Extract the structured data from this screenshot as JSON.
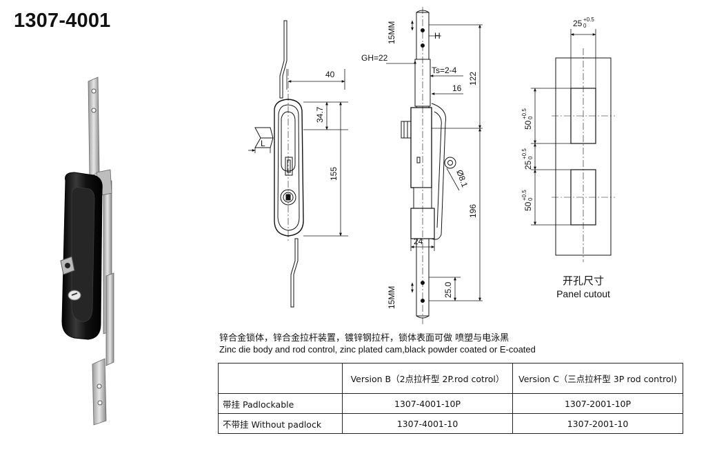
{
  "title": "1307-4001",
  "dimensions": {
    "d40": "40",
    "d34_7": "34.7",
    "d155": "155",
    "dL": "L",
    "d15mm_top": "15MM",
    "dH": "H",
    "dGH": "GH=22",
    "dTs": "Ts=2-4",
    "d16": "16",
    "d122": "122",
    "dPhi": "Ø8.1",
    "d196": "196",
    "d24": "24",
    "d25_0": "25.0",
    "d15mm_bottom": "15MM",
    "cut_w_base": "25",
    "cut_w_tol_top": "+0.5",
    "cut_w_tol_bot": "0",
    "cut_h1_base": "50",
    "cut_h1_tol_top": "+0.5",
    "cut_h1_tol_bot": "0",
    "cut_gap_base": "25",
    "cut_gap_tol_top": "+0.5",
    "cut_gap_tol_bot": "0",
    "cut_h2_base": "50",
    "cut_h2_tol_top": "+0.5",
    "cut_h2_tol_bot": "0"
  },
  "cutout_label_cn": "开孔尺寸",
  "cutout_label_en": "Panel cutout",
  "caption_cn": "锌合金锁体，锌合金拉杆装置，镀锌钢拉杆，锁体表面可做 喷塑与电泳黑",
  "caption_en": "Zinc die body and rod control, zinc plated cam,black powder coated or E-coated",
  "table": {
    "headers": [
      "",
      "Version B（2点拉杆型 2P.rod cotrol）",
      "Version C（三点拉杆型 3P rod control)"
    ],
    "rows": [
      [
        "带挂 Padlockable",
        "1307-4001-10P",
        "1307-2001-10P"
      ],
      [
        "不带挂 Without padlock",
        "1307-4001-10",
        "1307-2001-10"
      ]
    ]
  },
  "colors": {
    "body": "#1a1a1a",
    "steel": "#cfcfcf",
    "line": "#222222"
  }
}
